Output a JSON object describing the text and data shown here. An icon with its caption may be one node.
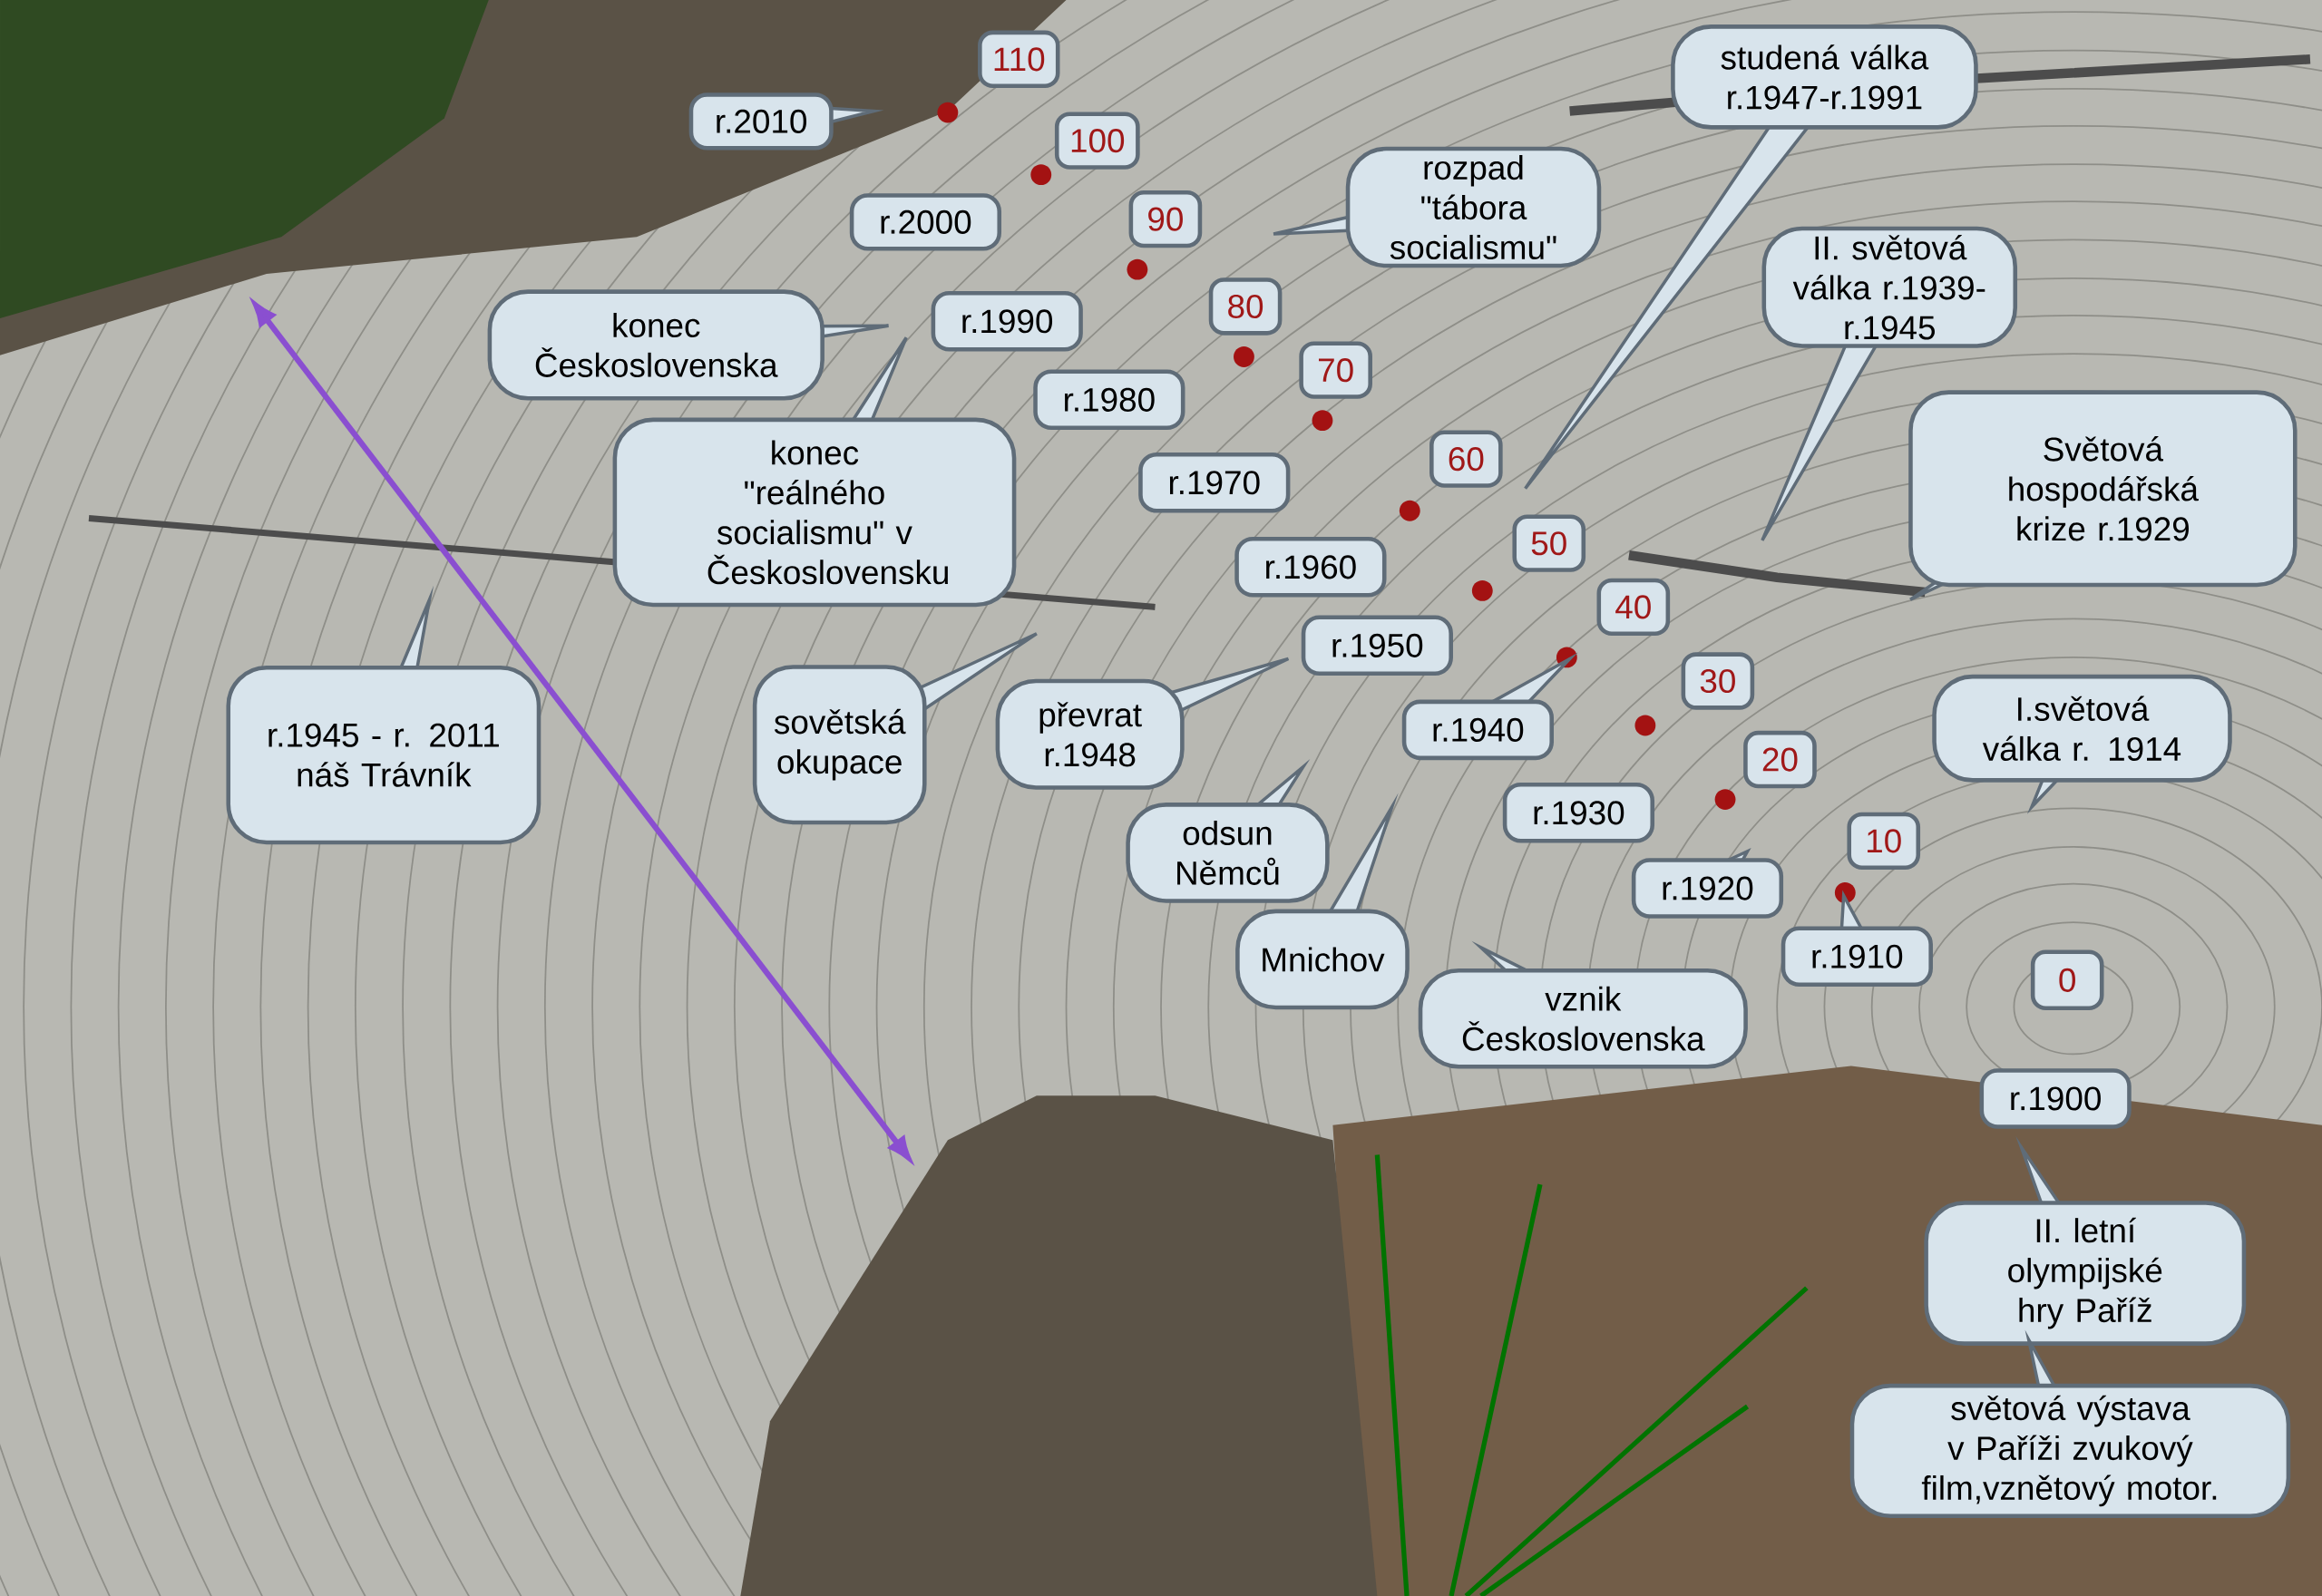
{
  "diagram": {
    "nodes": [
      {
        "text": [
          "110"
        ]
      },
      {
        "text": [
          "studená válka r.1947-r.1991"
        ]
      },
      {
        "text": [
          "r.2010"
        ]
      },
      {
        "text": [
          "100"
        ]
      },
      {
        "text": [
          "rozpad \"tábora socialismu\""
        ]
      },
      {
        "text": [
          "r.2000"
        ]
      },
      {
        "text": [
          "90"
        ]
      },
      {
        "text": [
          "II. světová válka r.1939-r.1945"
        ]
      },
      {
        "text": [
          "80"
        ]
      },
      {
        "text": [
          "r.1990"
        ]
      },
      {
        "text": [
          "konec Československa"
        ]
      },
      {
        "text": [
          "70"
        ]
      },
      {
        "text": [
          "r.1980"
        ]
      },
      {
        "text": [
          "60"
        ]
      },
      {
        "text": [
          "r.1970"
        ]
      },
      {
        "text": [
          "Světová hospodářská krize r.1929"
        ]
      },
      {
        "text": [
          "konec \"reálného socialismu\" v Československu"
        ]
      },
      {
        "text": [
          "50"
        ]
      },
      {
        "text": [
          "r.1960"
        ]
      },
      {
        "text": [
          "40"
        ]
      },
      {
        "text": [
          "r.1950"
        ]
      },
      {
        "text": [
          "30"
        ]
      },
      {
        "text": [
          "I.světová válka r. 1914"
        ]
      },
      {
        "text": [
          "r.1940"
        ]
      },
      {
        "text": [
          "převrat r.1948"
        ]
      },
      {
        "text": [
          "sovětská okupace"
        ]
      },
      {
        "text": [
          "r.1945 - r. 2011 náš Trávník"
        ]
      },
      {
        "text": [
          "20"
        ]
      },
      {
        "text": [
          "r.1930"
        ]
      },
      {
        "text": [
          "odsun Němců"
        ]
      },
      {
        "text": [
          "10"
        ]
      },
      {
        "text": [
          "r.1920"
        ]
      },
      {
        "text": [
          "r.1910"
        ]
      },
      {
        "text": [
          "Mnichov"
        ]
      },
      {
        "text": [
          "0"
        ]
      },
      {
        "text": [
          "vznik Československa"
        ]
      },
      {
        "text": [
          "r.1900"
        ]
      },
      {
        "text": [
          "II. letní olympijské hry Paříž"
        ]
      },
      {
        "text": [
          "světová výstava v Paříži zvukový film,vznětový motor."
        ]
      }
    ]
  }
}
